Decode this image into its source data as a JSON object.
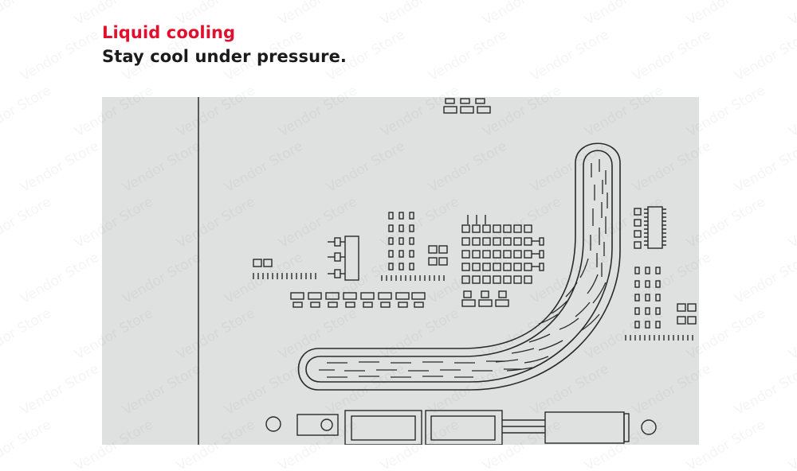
{
  "colors": {
    "accent": "#e0102e",
    "board_fill": "#dfe1e0",
    "line": "#2a2a2a"
  },
  "heading": {
    "kicker": "Liquid cooling",
    "title": "Stay cool under pressure."
  },
  "watermark": "Vendor Store",
  "diagram_subject": "circuit-board-with-vapor-chamber-cooling-pipe"
}
